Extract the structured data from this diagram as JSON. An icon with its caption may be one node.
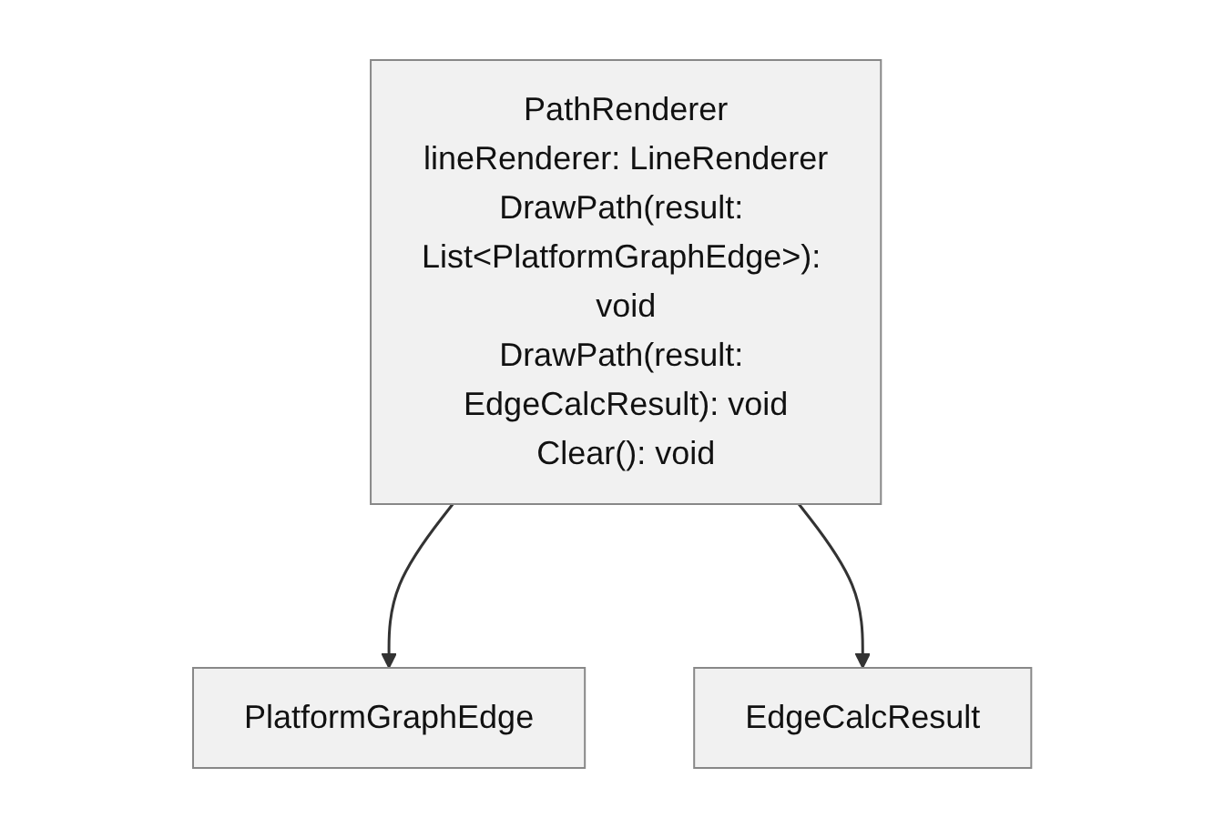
{
  "diagram": {
    "nodes": [
      {
        "text": [
          "PathRenderer",
          "lineRenderer: LineRenderer",
          "DrawPath(result: List<PlatformGraphEdge>): void",
          "DrawPath(result: EdgeCalcResult): void",
          "Clear(): void"
        ]
      },
      {
        "text": [
          "PlatformGraphEdge"
        ]
      },
      {
        "text": [
          "EdgeCalcResult"
        ]
      }
    ],
    "edges": [
      {
        "from": 0,
        "to": 1,
        "arrow": "to"
      },
      {
        "from": 0,
        "to": 2,
        "arrow": "to"
      }
    ]
  }
}
